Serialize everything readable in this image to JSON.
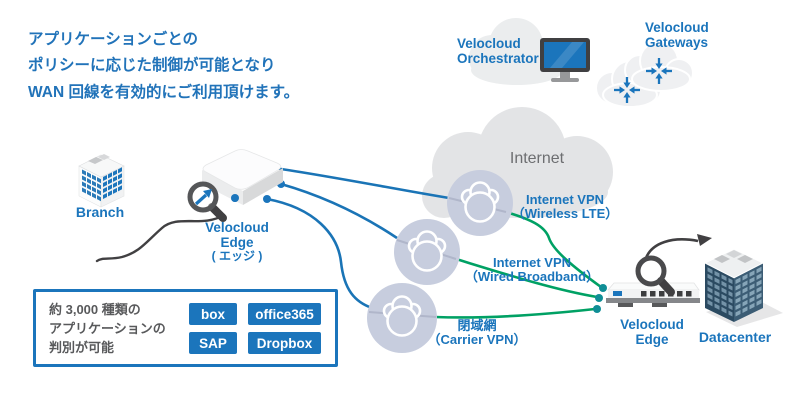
{
  "description": {
    "line1": "アプリケーションごとの",
    "line2": "ポリシーに応じた制御が可能となり",
    "line3": "WAN 回線を有効的にご利用頂けます。"
  },
  "nodes": {
    "orchestrator": {
      "line1": "Velocloud",
      "line2": "Orchestrator"
    },
    "gateways": {
      "line1": "Velocloud",
      "line2": "Gateways"
    },
    "branch": {
      "label": "Branch"
    },
    "edge_left": {
      "line1": "Velocloud",
      "line2": "Edge",
      "line3": "( エッジ )"
    },
    "internet": {
      "label": "Internet"
    },
    "edge_right": {
      "line1": "Velocloud",
      "line2": "Edge"
    },
    "datacenter": {
      "label": "Datacenter"
    }
  },
  "links": {
    "wireless_lte": {
      "line1": "Internet VPN",
      "line2": "（Wireless LTE）"
    },
    "wired_broadband": {
      "line1": "Internet VPN",
      "line2": "（Wired Broadband）"
    },
    "carrier_vpn": {
      "line1": "閉域網",
      "line2": "（Carrier VPN）"
    }
  },
  "app_panel": {
    "line1": "約 3,000 種類の",
    "line2": "アプリケーションの",
    "line3": "判別が可能",
    "apps": [
      "box",
      "office365",
      "SAP",
      "Dropbox"
    ]
  },
  "icons": {
    "orchestrator": "monitor-icon",
    "gateways": "converging-arrows-cloud-icon",
    "vpn_badges": "cloud-ring-icon",
    "edge_left": "magnifier-arrow-icon",
    "edge_right": "magnifier-icon",
    "branch": "building-icon",
    "datacenter": "building-icon"
  },
  "colors": {
    "accent_blue": "#1b75bc",
    "line_blue": "#1a74b6",
    "line_green": "#00a164",
    "dot_teal": "#0f8e96",
    "internet_cloud_gray": "#e3e4e6",
    "badge_gray_blue": "#c7cdde",
    "panel_text_gray": "#58595b",
    "internet_label_gray": "#6d6e71"
  }
}
